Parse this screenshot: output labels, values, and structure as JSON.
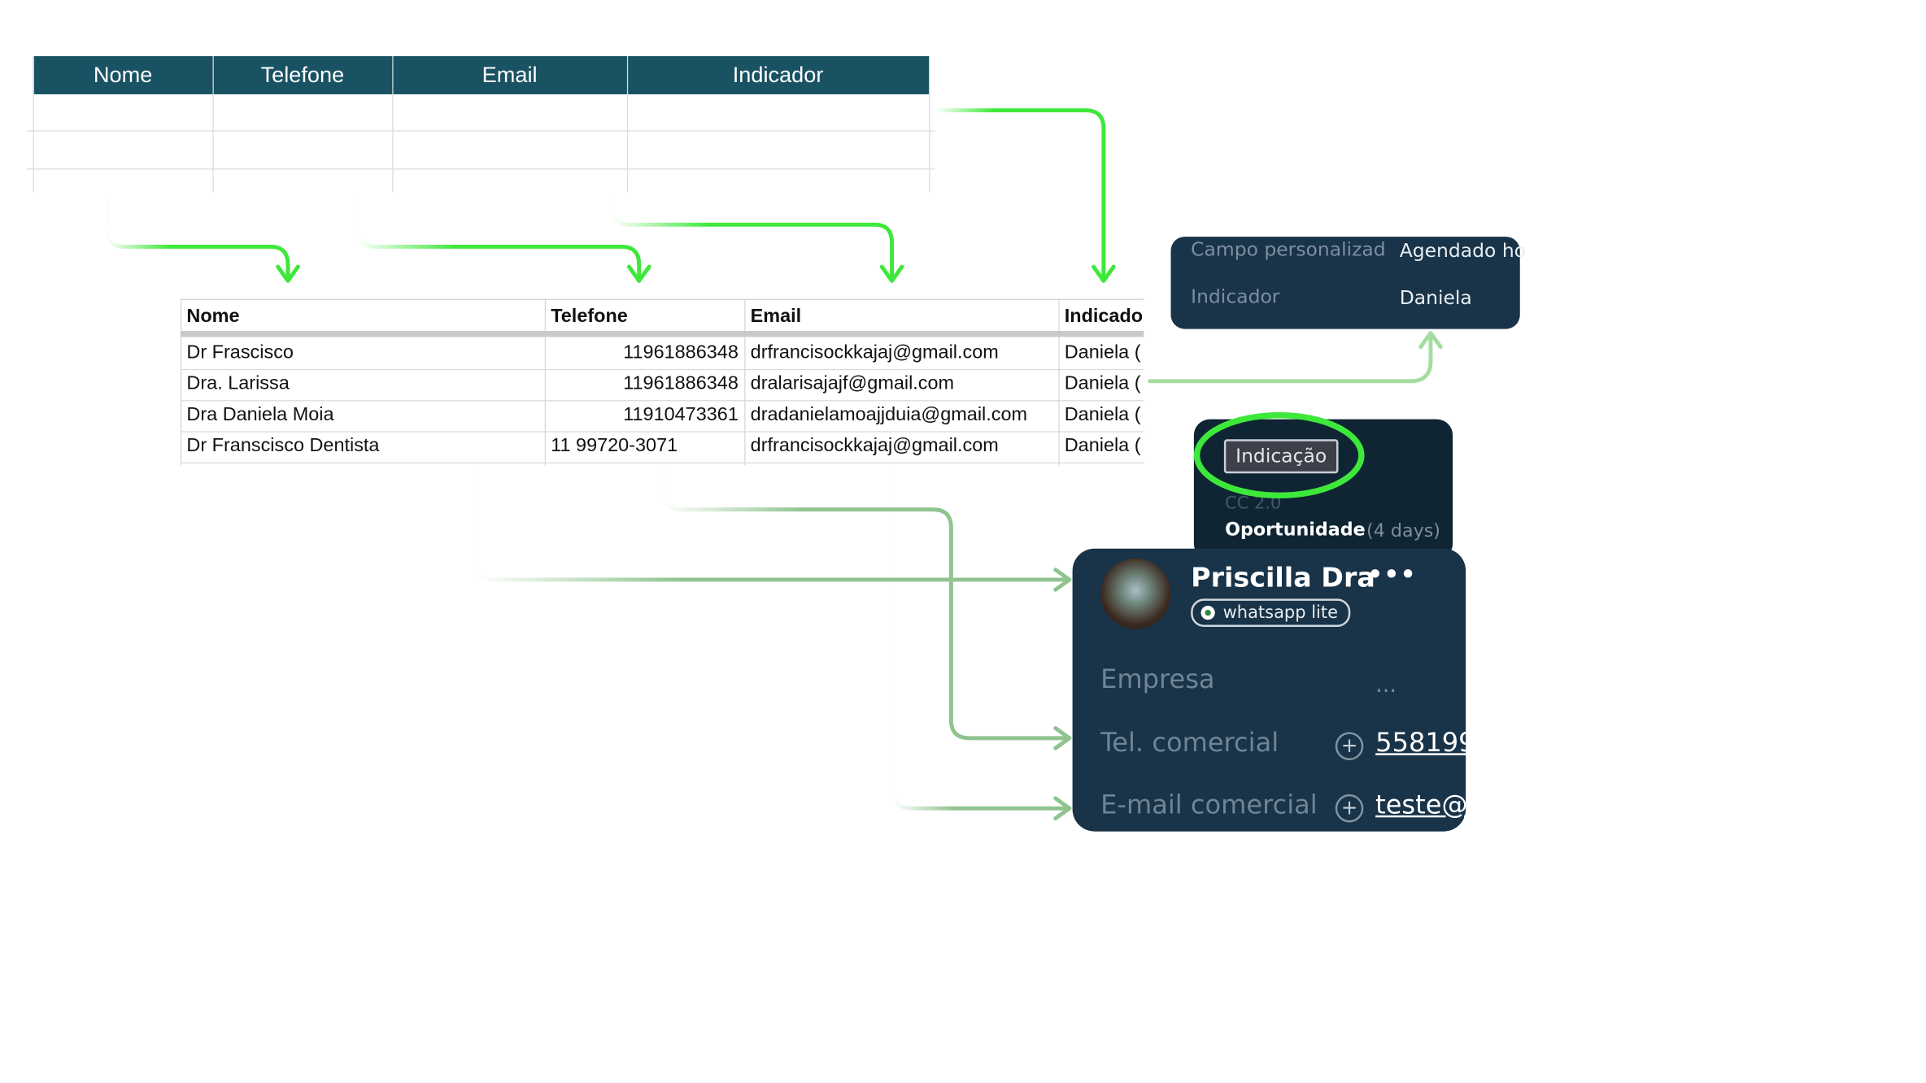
{
  "top_sheet": {
    "headers": [
      "Nome",
      "Telefone",
      "Email",
      "Indicador"
    ],
    "header_color": "#195262"
  },
  "mid_table": {
    "headers": [
      "Nome",
      "Telefone",
      "Email",
      "Indicado"
    ],
    "rows": [
      {
        "nome": "Dr Frascisco",
        "telefone": "11961886348",
        "email": "drfrancisockkajaj@gmail.com",
        "indicador": "Daniela ("
      },
      {
        "nome": "Dra. Larissa",
        "telefone": "11961886348",
        "email": "dralarisajajf@gmail.com",
        "indicador": "Daniela ("
      },
      {
        "nome": "Dra Daniela Moia",
        "telefone": "11910473361",
        "email": "dradanielamoajjduia@gmail.com",
        "indicador": "Daniela ("
      },
      {
        "nome": "Dr Franscisco Dentista",
        "telefone": "11 99720-3071",
        "email": "drfrancisockkajaj@gmail.com",
        "indicador": "Daniela ("
      }
    ]
  },
  "custom_fields_panel": {
    "rows": [
      {
        "label": "Campo personalizad",
        "value": "Agendado ho"
      },
      {
        "label": "Indicador",
        "value": "Daniela"
      }
    ]
  },
  "deal_panel": {
    "tag": "Indicação",
    "pipeline": "CC 2.0",
    "stage": "Oportunidade",
    "age": "(4 days)"
  },
  "contact_panel": {
    "name": "Priscilla Dra",
    "more": "•••",
    "channel": "whatsapp lite",
    "fields": [
      {
        "label": "Empresa",
        "value": "..."
      },
      {
        "label": "Tel. comercial",
        "value": "558199"
      },
      {
        "label": "E-mail comercial",
        "value": "teste@"
      }
    ]
  },
  "colors": {
    "arrow_bright": "#3ee83a",
    "arrow_muted": "#8fc48f",
    "panel_bg": "#193348",
    "highlight_ring": "#3ee83a"
  }
}
